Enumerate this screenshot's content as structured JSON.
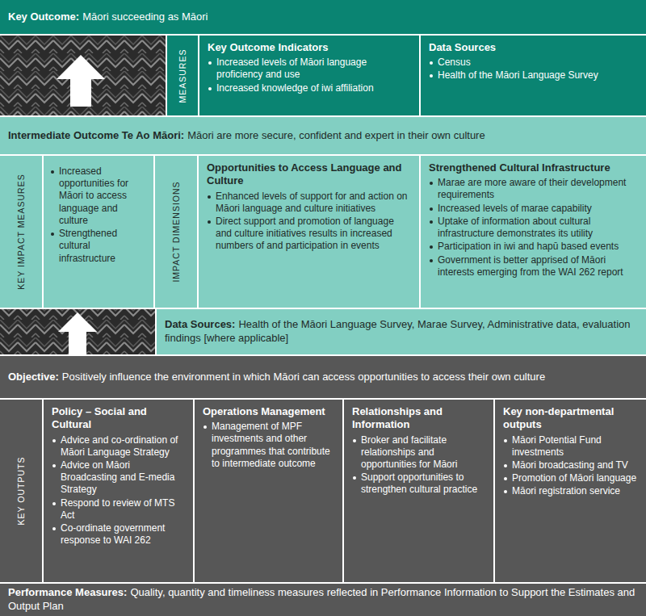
{
  "diagram": {
    "nodes": [
      {
        "text": [
          "Key Outcome:",
          "Māori succeeding as Māori"
        ]
      },
      {
        "text": [
          "MEASURES"
        ]
      },
      {
        "text": [
          "Key Outcome Indicators",
          "Increased levels of Māori language proficiency and use",
          "Increased knowledge of iwi affiliation"
        ]
      },
      {
        "text": [
          "Data Sources",
          "Census",
          "Health of the Māori Language Survey"
        ]
      },
      {
        "text": [
          "Intermediate Outcome Te Ao Māori:",
          "Māori are more secure, confident and expert in their own culture"
        ]
      },
      {
        "text": [
          "KEY IMPACT MEASURES"
        ]
      },
      {
        "text": [
          "Increased opportunities for Māori to access language and culture",
          "Strengthened cultural infrastructure"
        ]
      },
      {
        "text": [
          "IMPACT DIMENSIONS"
        ]
      },
      {
        "text": [
          "Opportunities to Access Language and Culture",
          "Enhanced levels of support for and action on Māori language and culture initiatives",
          "Direct support and promotion of language and culture initiatives results in increased numbers of and participation in events"
        ]
      },
      {
        "text": [
          "Strengthened Cultural Infrastructure",
          "Marae are more aware of their development requirements",
          "Increased levels of marae capability",
          "Uptake of information about cultural infrastructure demonstrates its utility",
          "Participation in iwi and hapū based events",
          "Government is better apprised of Māori interests emerging from the WAI 262 report"
        ]
      },
      {
        "text": [
          "Data Sources:",
          "Health of the Māori Language Survey, Marae Survey, Administrative data, evaluation findings [where applicable]"
        ]
      },
      {
        "text": [
          "Objective:",
          "Positively influence the environment in which Māori can access opportunities to access their own culture"
        ]
      },
      {
        "text": [
          "KEY OUTPUTS"
        ]
      },
      {
        "text": [
          "Policy – Social and Cultural",
          "Advice and co-ordination of Māori Language Strategy",
          "Advice on Māori Broadcasting and E-media Strategy",
          "Respond to review of MTS Act",
          "Co-ordinate government response to WAI 262"
        ]
      },
      {
        "text": [
          "Operations Management",
          "Management of MPF investments and other programmes that contribute to intermediate outcome"
        ]
      },
      {
        "text": [
          "Relationships and Information",
          "Broker and facilitate relationships and opportunities for Māori",
          "Support opportunities to strengthen cultural practice"
        ]
      },
      {
        "text": [
          "Key non-departmental outputs",
          "Māori Potential Fund investments",
          "Māori broadcasting and TV",
          "Promotion of Māori language",
          "Māori registration service"
        ]
      },
      {
        "text": [
          "Performance Measures:",
          "Quality, quantity and timeliness measures reflected in Performance Information to Support the Estimates and Output Plan"
        ]
      }
    ]
  }
}
